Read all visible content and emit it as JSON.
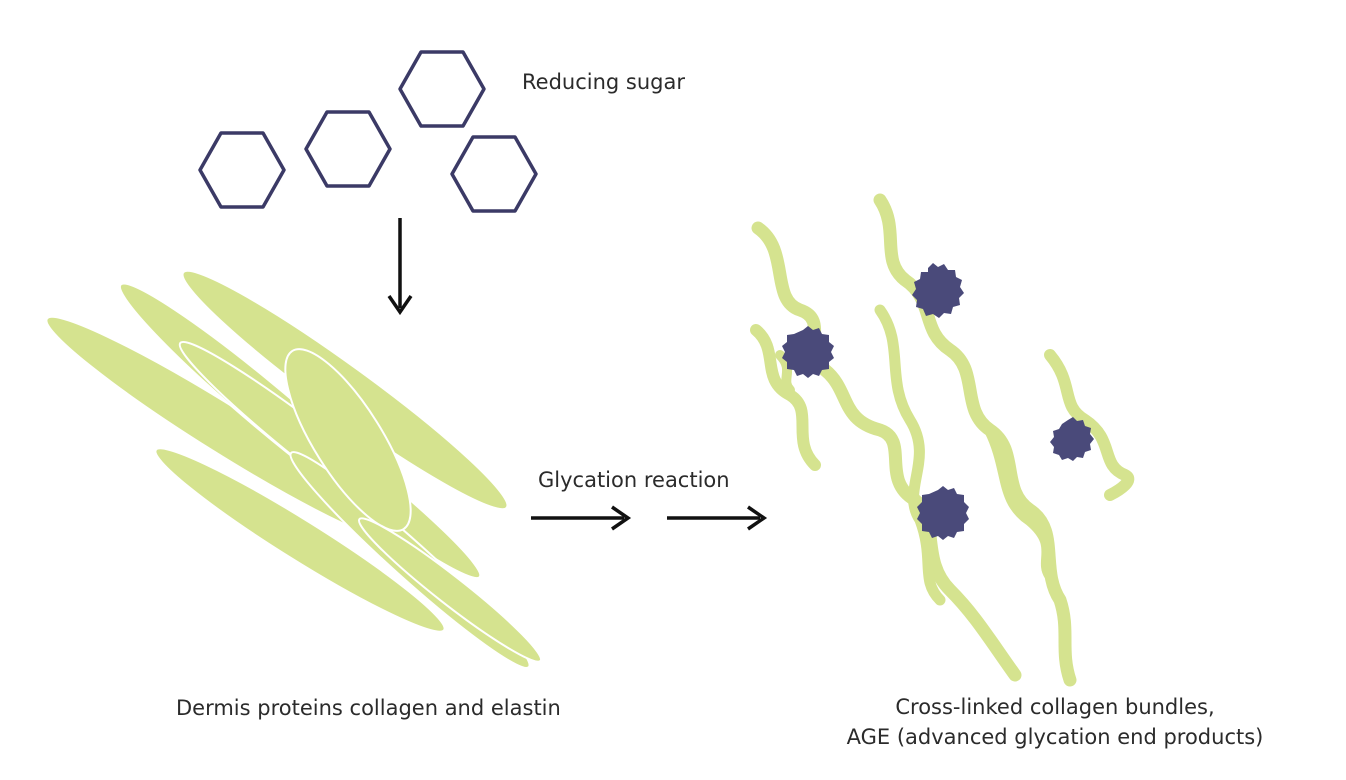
{
  "labels": {
    "reducing_sugar": "Reducing sugar",
    "glycation_reaction": "Glycation reaction",
    "dermis_proteins": "Dermis proteins collagen and elastin",
    "crosslinked_line1": "Cross-linked collagen bundles,",
    "crosslinked_line2": "AGE (advanced glycation end products)"
  },
  "colors": {
    "fiber": "#d5e38f",
    "sugar_outline": "#3b3a66",
    "age_molecule": "#4a4a7a",
    "arrow": "#111111",
    "text": "#2b2b2b"
  },
  "icons": {
    "sugar": "hexagon-icon",
    "arrow": "arrow-icon",
    "age": "spiky-blob-icon"
  }
}
